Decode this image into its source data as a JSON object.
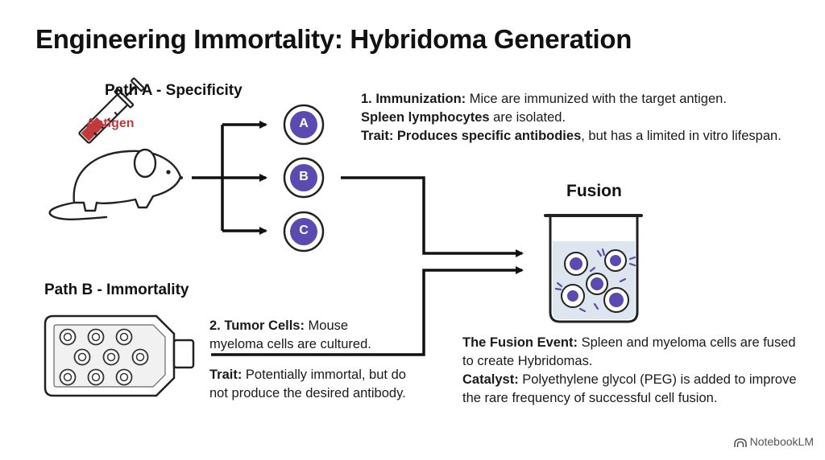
{
  "title": "Engineering Immortality: Hybridoma Generation",
  "path_a": {
    "heading": "Path A - Specificity",
    "antigen_label": "Antigen",
    "circles": [
      "A",
      "B",
      "C"
    ]
  },
  "step1": {
    "label": "1. Immunization:",
    "text": " Mice are immunized with the target antigen.",
    "line2_bold": "Spleen lymphocytes",
    "line2_text": " are isolated.",
    "trait_bold": "Trait: Produces specific antibodies",
    "trait_text": ", but has a limited in vitro lifespan."
  },
  "path_b": {
    "heading": "Path B - Immortality"
  },
  "step2": {
    "label": "2. Tumor Cells:",
    "text": " Mouse myeloma cells are cultured.",
    "trait_bold": "Trait:",
    "trait_text": " Potentially immortal, but do not produce the desired antibody."
  },
  "fusion": {
    "heading": "Fusion",
    "event_bold": "The Fusion Event:",
    "event_text": " Spleen and myeloma cells are fused to create Hybridomas.",
    "catalyst_bold": "Catalyst:",
    "catalyst_text": " Polyethylene glycol (PEG) is added to improve the rare frequency of successful cell fusion."
  },
  "brand": "NotebookLM",
  "colors": {
    "accent_purple": "#5b4bb0",
    "antigen_red": "#c0393b",
    "line": "#111111"
  }
}
